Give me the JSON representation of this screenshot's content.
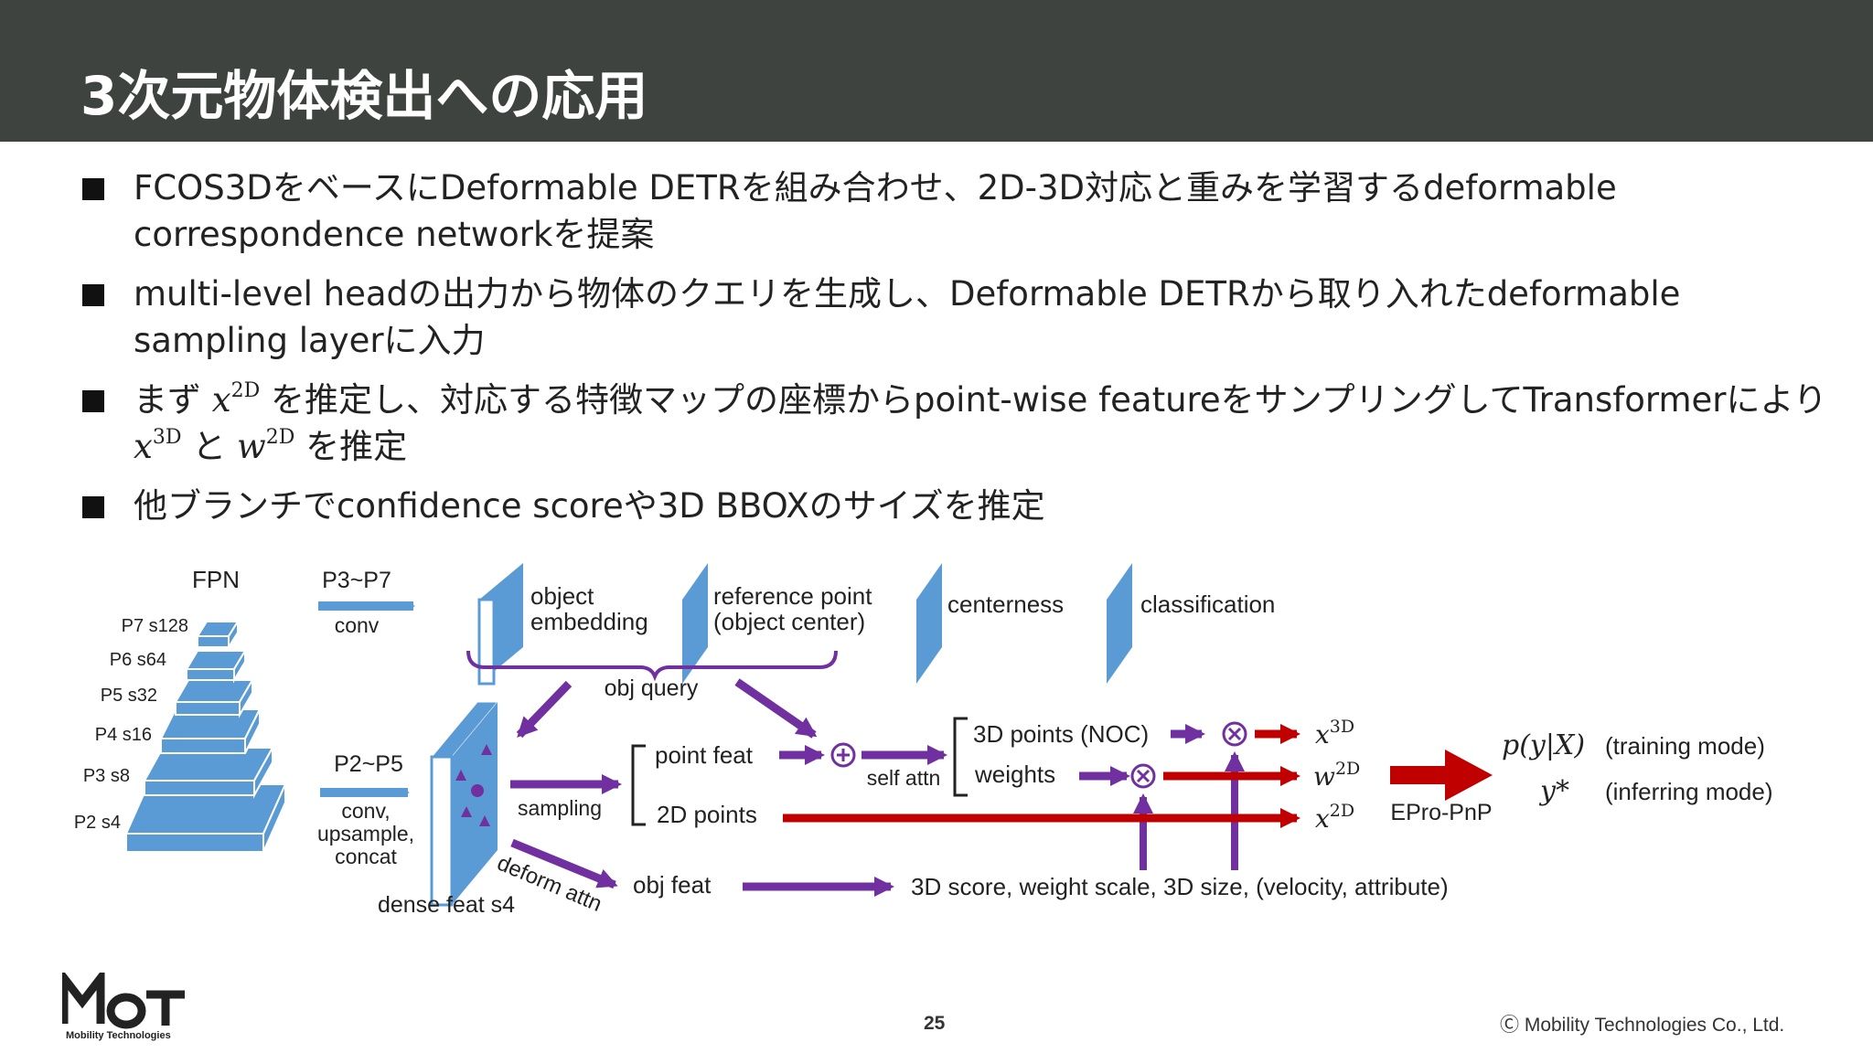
{
  "header": {
    "title": "3次元物体検出への応用"
  },
  "bullets": [
    {
      "text": "FCOS3DをベースにDeformable DETRを組み合わせ、2D-3D対応と重みを学習するdeformable correspondence networkを提案"
    },
    {
      "text": "multi-level headの出力から物体のクエリを生成し、Deformable DETRから取り入れたdeformable sampling layerに入力"
    },
    {
      "part1": "まず",
      "math1_base": "x",
      "math1_sup": "2D",
      "part2": "を推定し、対応する特徴マップの座標からpoint-wise featureをサンプリングしてTransformerにより",
      "math2_base": "x",
      "math2_sup": "3D",
      "part3": "と",
      "math3_base": "w",
      "math3_sup": "2D",
      "part4": "を推定"
    },
    {
      "text": "他ブランチでconfidence scoreや3D BBOXのサイズを推定"
    }
  ],
  "diagram": {
    "fpn_title": "FPN",
    "levels": [
      "P7 s128",
      "P6 s64",
      "P5 s32",
      "P4 s16",
      "P3 s8",
      "P2 s4"
    ],
    "p3p7_label": "P3~P7",
    "conv_label": "conv",
    "p2p5_label": "P2~P5",
    "p2p5_ops": [
      "conv,",
      "upsample,",
      "concat"
    ],
    "dense_feat_label": "dense feat s4",
    "heads": [
      {
        "lines": [
          "object",
          "embedding"
        ]
      },
      {
        "lines": [
          "reference point",
          "(object center)"
        ]
      },
      {
        "lines": [
          "centerness"
        ]
      },
      {
        "lines": [
          "classification"
        ]
      }
    ],
    "obj_query_label": "obj query",
    "sampling_label": "sampling",
    "deform_attn_label": "deform attn",
    "point_feat_label": "point feat",
    "points_2d_label": "2D points",
    "obj_feat_label": "obj feat",
    "self_attn_label": "self attn",
    "noc_label": "3D points (NOC)",
    "weights_label": "weights",
    "out_x3d": {
      "base": "x",
      "sup": "3D"
    },
    "out_w2d": {
      "base": "w",
      "sup": "2D"
    },
    "out_x2d": {
      "base": "x",
      "sup": "2D"
    },
    "epro_label": "EPro-PnP",
    "train_formula": "p(y|X)",
    "train_mode": "(training mode)",
    "infer_formula": "y*",
    "infer_mode": "(inferring mode)",
    "score_label": "3D score, weight scale, 3D size, (velocity, attribute)",
    "colors": {
      "blue": "#5b9bd5",
      "purple": "#7030a0",
      "red": "#c00000"
    }
  },
  "footer": {
    "logo": "MoT",
    "company_short": "Mobility Technologies",
    "page_number": "25",
    "copyright": "Ⓒ Mobility Technologies Co., Ltd."
  }
}
